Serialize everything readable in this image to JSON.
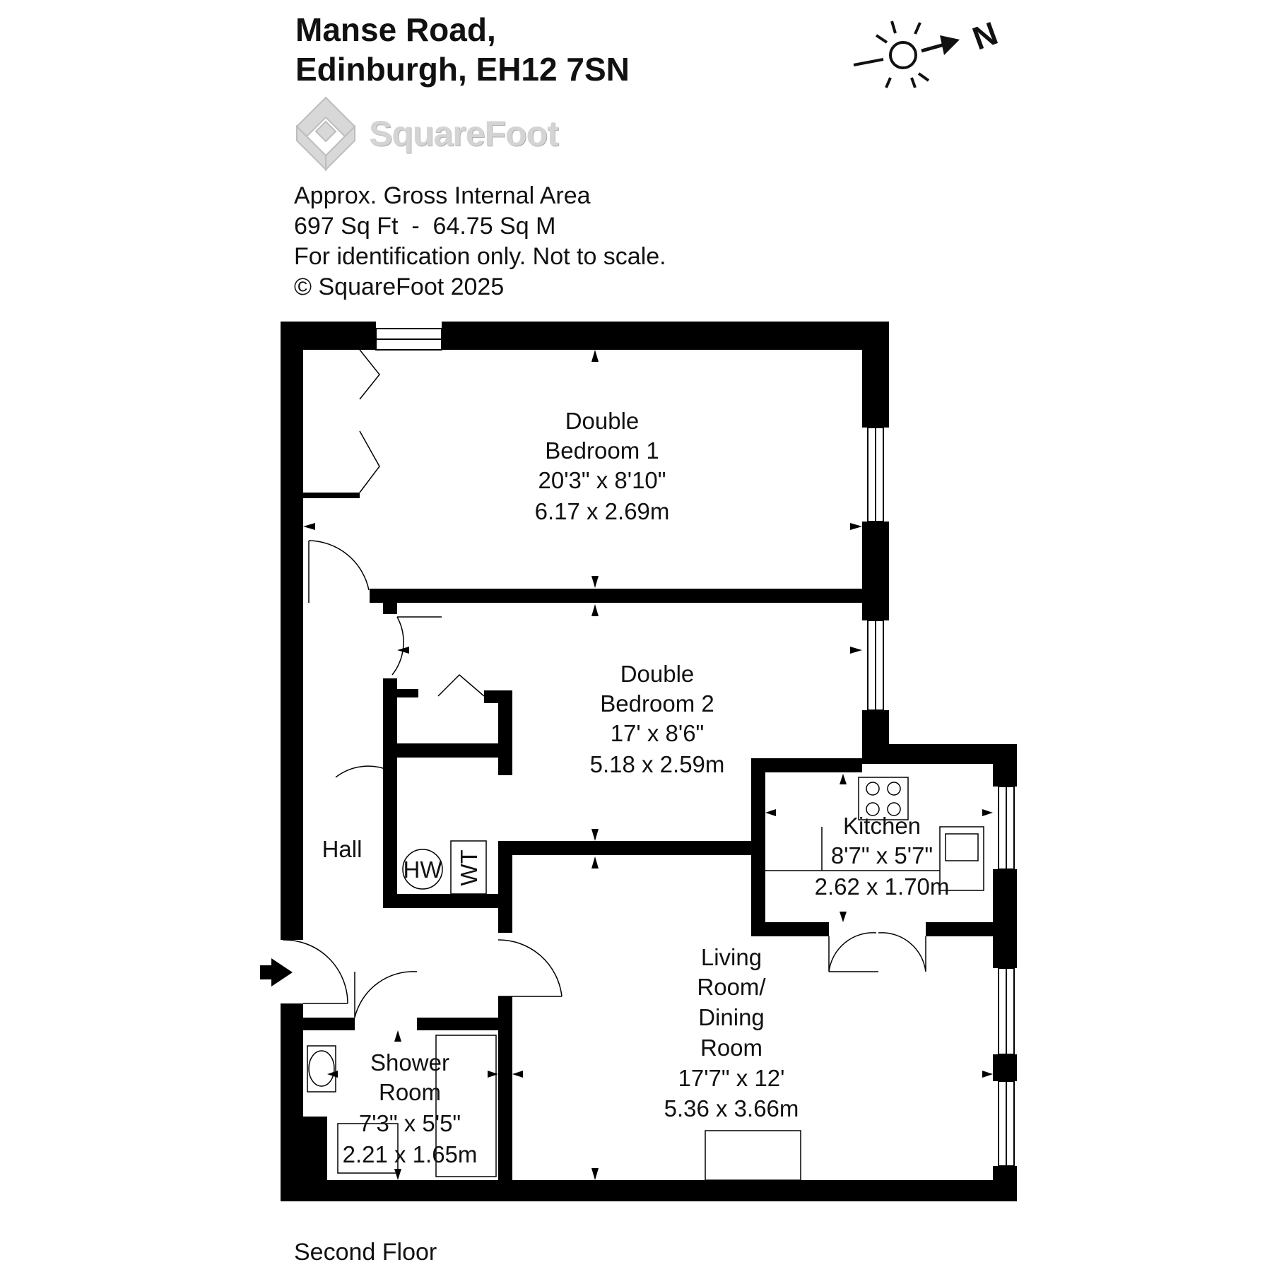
{
  "header": {
    "address_line1": "Manse Road,",
    "address_line2": "Edinburgh, EH12 7SN",
    "brand": "SquareFoot"
  },
  "info": {
    "line1": "Approx. Gross Internal Area",
    "line2": "697 Sq Ft  -  64.75 Sq M",
    "line3": "For identification only. Not to scale.",
    "line4": "© SquareFoot 2025"
  },
  "compass": {
    "label": "N",
    "icon": "sun-icon"
  },
  "rooms": {
    "bedroom1": {
      "name1": "Double",
      "name2": "Bedroom 1",
      "imperial": "20'3\" x 8'10\"",
      "metric": "6.17 x 2.69m"
    },
    "bedroom2": {
      "name1": "Double",
      "name2": "Bedroom 2",
      "imperial": "17' x 8'6\"",
      "metric": "5.18 x 2.59m"
    },
    "kitchen": {
      "name": "Kitchen",
      "imperial": "8'7\" x 5'7\"",
      "metric": "2.62 x 1.70m"
    },
    "living": {
      "name1": "Living",
      "name2": "Room/",
      "name3": "Dining",
      "name4": "Room",
      "imperial": "17'7\" x 12'",
      "metric": "5.36 x 3.66m"
    },
    "shower": {
      "name1": "Shower",
      "name2": "Room",
      "imperial": "7'3\" x 5'5\"",
      "metric": "2.21 x 1.65m"
    },
    "hall": {
      "name": "Hall"
    },
    "hw": "HW",
    "wt": "WT"
  },
  "footer": {
    "floor": "Second Floor"
  }
}
